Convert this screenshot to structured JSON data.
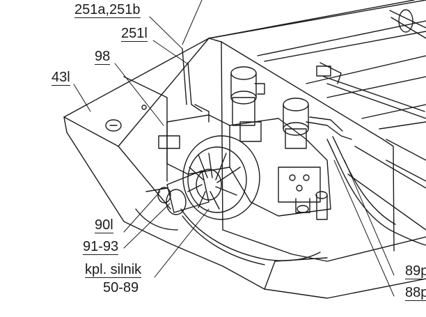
{
  "callouts": {
    "c1": "251a,251b",
    "c2": "251l",
    "c3": "98",
    "c4": "43l",
    "c5": "90l",
    "c6": "91-93",
    "c7": "kpl. silnik",
    "c8": "50-89",
    "c9": "89p",
    "c10": "88p"
  },
  "colors": {
    "line": "#1a1a1a",
    "fill": "#ffffff",
    "shade": "#e6e6e6"
  }
}
